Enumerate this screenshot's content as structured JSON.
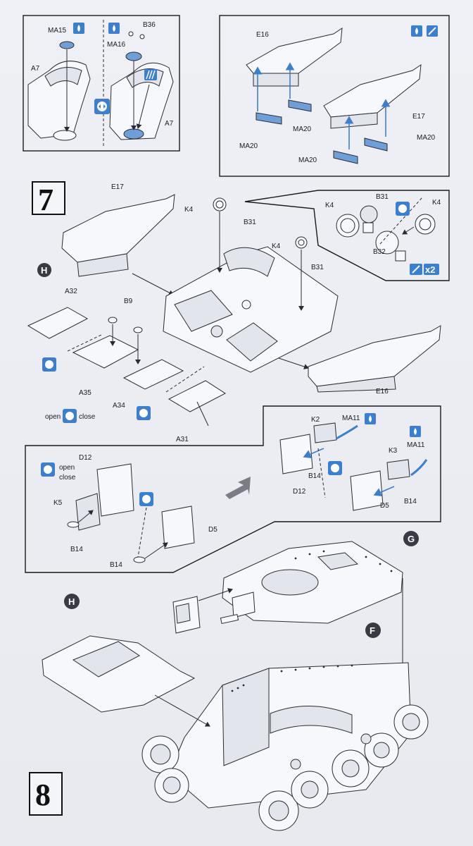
{
  "steps": {
    "step7": "7",
    "step8": "8"
  },
  "badges": {
    "h_top": "H",
    "g": "G",
    "f": "F",
    "h_bottom": "H",
    "x2": "x2"
  },
  "legend": {
    "open": "open",
    "close": "close"
  },
  "labels": {
    "ma15": "MA15",
    "b36": "B36",
    "ma16": "MA16",
    "a7_left": "A7",
    "a7_right": "A7",
    "e16_top": "E16",
    "e17_top": "E17",
    "ma20_a": "MA20",
    "ma20_b": "MA20",
    "ma20_c": "MA20",
    "ma20_d": "MA20",
    "e17": "E17",
    "k4_a": "K4",
    "b31_a": "B31",
    "k4_b": "K4",
    "b31_b": "B31",
    "k4_c": "K4",
    "b31_c": "B31",
    "k4_d": "K4",
    "b32": "B32",
    "a32": "A32",
    "b9": "B9",
    "a35": "A35",
    "a34": "A34",
    "a31": "A31",
    "e16": "E16",
    "k2": "K2",
    "ma11_a": "MA11",
    "ma11_b": "MA11",
    "k3": "K3",
    "d12_a": "D12",
    "b14_a": "B14",
    "d5_a": "D5",
    "b14_b": "B14",
    "d12_b": "D12",
    "k5": "K5",
    "b14_c": "B14",
    "d5_b": "D5",
    "b14_d": "B14"
  },
  "colors": {
    "accent_blue": "#3b7fd0",
    "part_blue": "#6f9fd8",
    "badge_dark": "#3a3a44"
  }
}
